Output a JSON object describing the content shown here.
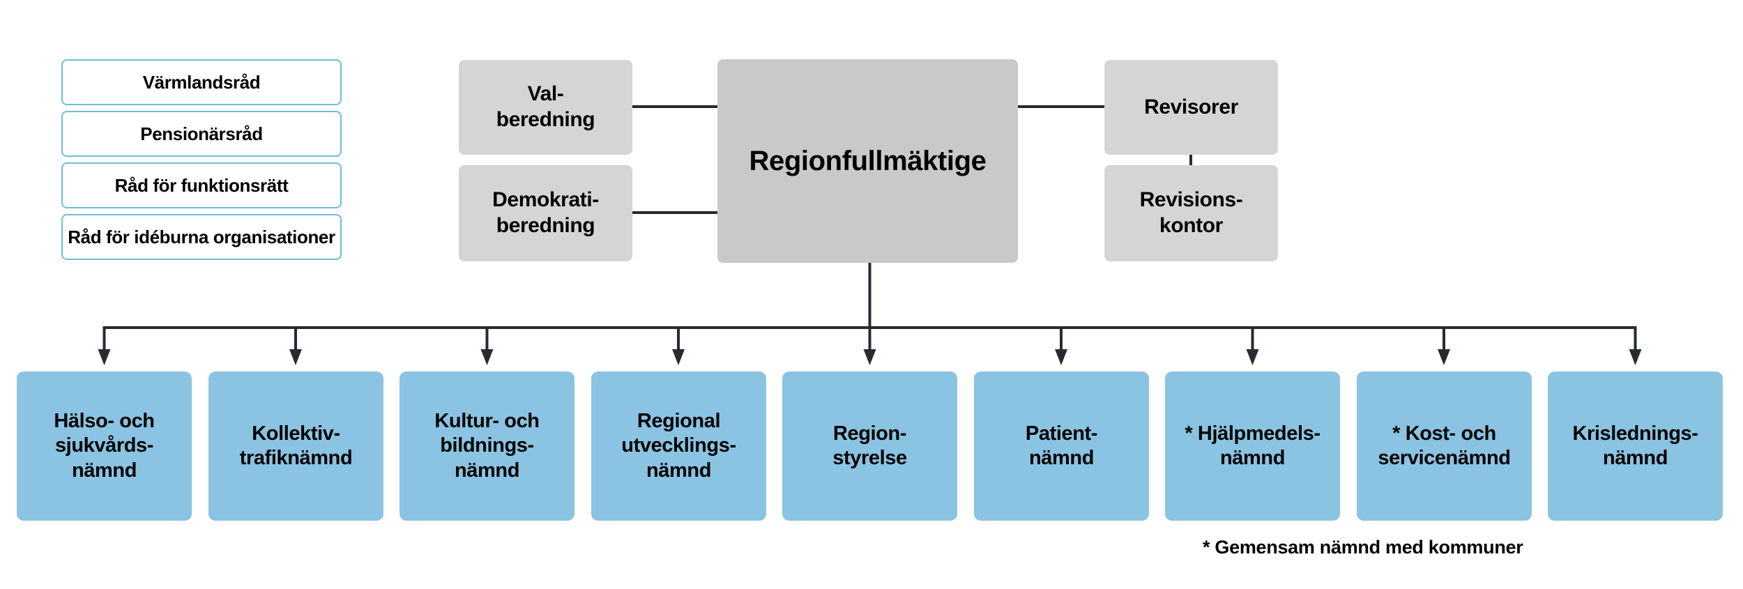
{
  "diagram": {
    "councils": [
      "Värmlandsråd",
      "Pensionärsråd",
      "Råd för funktionsrätt",
      "Råd för idéburna organisationer"
    ],
    "preparatory_committees": [
      {
        "label": "Val-\nberedning"
      },
      {
        "label": "Demokrati-\nberedning"
      }
    ],
    "assembly": {
      "label": "Regionfullmäktige"
    },
    "audit": [
      {
        "label": "Revisorer"
      },
      {
        "label": "Revisions-\nkontor"
      }
    ],
    "boards": [
      {
        "label": "Hälso- och\nsjukvårds-\nnämnd"
      },
      {
        "label": "Kollektiv-\ntrafiknämnd"
      },
      {
        "label": "Kultur- och\nbildnings-\nnämnd"
      },
      {
        "label": "Regional\nutvecklings-\nnämnd"
      },
      {
        "label": "Region-\nstyrelse"
      },
      {
        "label": "Patient-\nnämnd"
      },
      {
        "label": "* Hjälpmedels-\nnämnd"
      },
      {
        "label": "* Kost- och\nservicenämnd"
      },
      {
        "label": "Krislednings-\nnämnd"
      }
    ],
    "footnote": "* Gemensam nämnd med kommuner",
    "colors": {
      "board_blue": "#8bc3e2",
      "committee_gray": "#d5d5d5",
      "assembly_gray": "#c9c9c9",
      "council_border_blue": "#6bbedd",
      "connector_dark": "#262b33",
      "text_black": "#000000",
      "background": "#ffffff"
    }
  }
}
